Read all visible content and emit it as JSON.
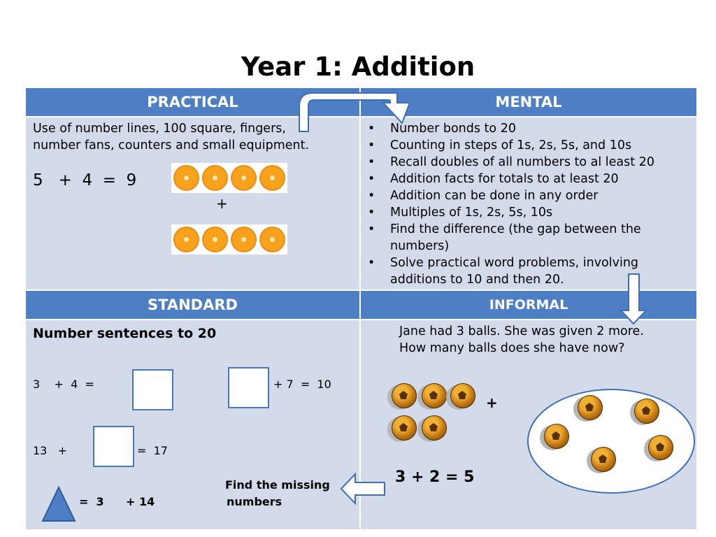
{
  "title": "Year 1: Addition",
  "practical": {
    "header": "PRACTICAL",
    "text_line1": "Use of number lines, 100 square, fingers,",
    "text_line2": "number fans, counters and small equipment.",
    "equation": "5   +  4  =  9",
    "plus": "+"
  },
  "mental": {
    "header": "MENTAL",
    "items": [
      "Number bonds to 20",
      "Counting in steps of 1s, 2s, 5s, and 10s",
      "Recall doubles of all numbers to al least 20",
      "Addition facts for totals to at least 20",
      "Addition can be done in any order",
      "Multiples of 1s, 2s, 5s, 10s",
      "Find the difference (the gap between the numbers)",
      "Solve practical word problems, involving additions to 10 and then 20."
    ]
  },
  "standard": {
    "header": "STANDARD",
    "heading": "Number sentences to 20",
    "eq1": "3    +  4  =",
    "eq2": "+ 7  =  10",
    "eq3_a": "13   +",
    "eq3_b": "=  17",
    "eq4_a": "=  3",
    "eq4_b": "+ 14",
    "missing_line1": "Find the missing",
    "missing_line2": "numbers"
  },
  "informal": {
    "header": "INFORMAL",
    "problem_line1": "Jane had 3 balls. She was given 2 more.",
    "problem_line2": "How many balls does she have now?",
    "plus": "+",
    "answer": "3 + 2 = 5"
  },
  "colors": {
    "header_blue": "#4e7fc4",
    "cell_bg": "#d3daea",
    "arrow_outline": "#3e6fb3"
  }
}
